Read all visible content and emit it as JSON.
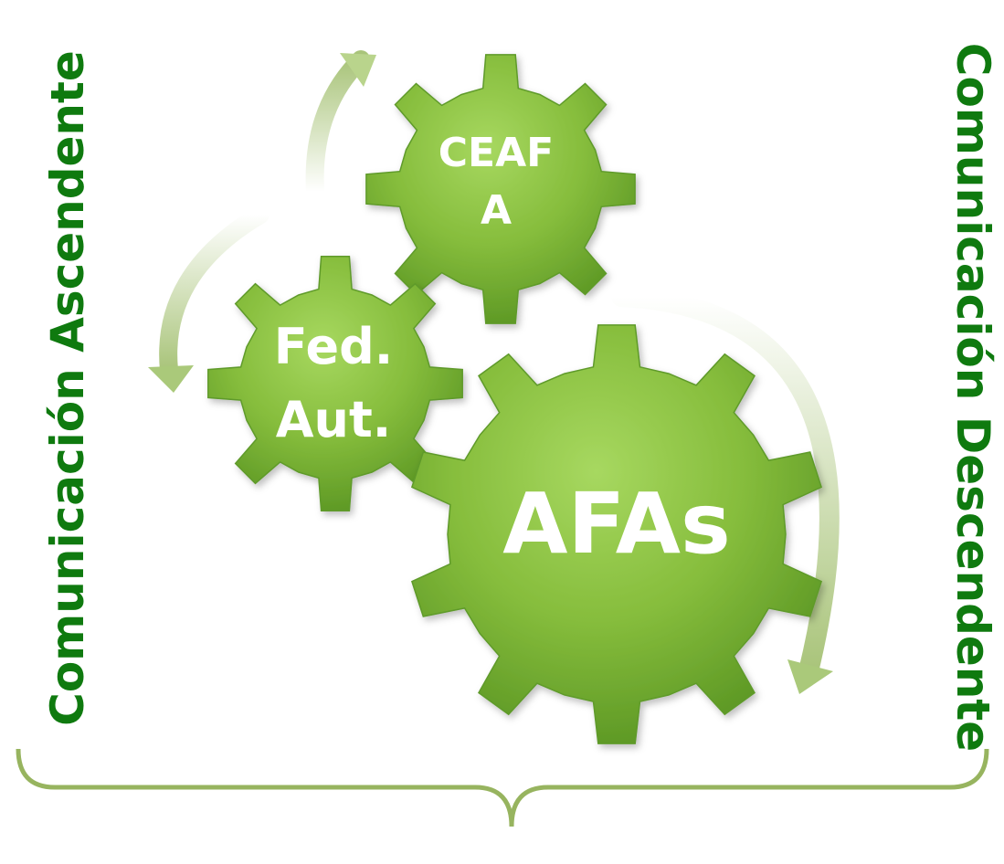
{
  "labels": {
    "left": "Comunicación Ascendente",
    "right": "Comunicación Descendente"
  },
  "gears": {
    "top": {
      "line1": "CEAF",
      "line2": "A"
    },
    "left": {
      "line1": "Fed.",
      "line2": "Aut."
    },
    "big": {
      "line1": "AFAs"
    }
  },
  "colors": {
    "label_text": "#0f7a0f",
    "gear_fill": "#8cc63f",
    "gear_dark": "#5e9a2a",
    "arrow": "#b8d08a",
    "brace": "#94b35a"
  }
}
